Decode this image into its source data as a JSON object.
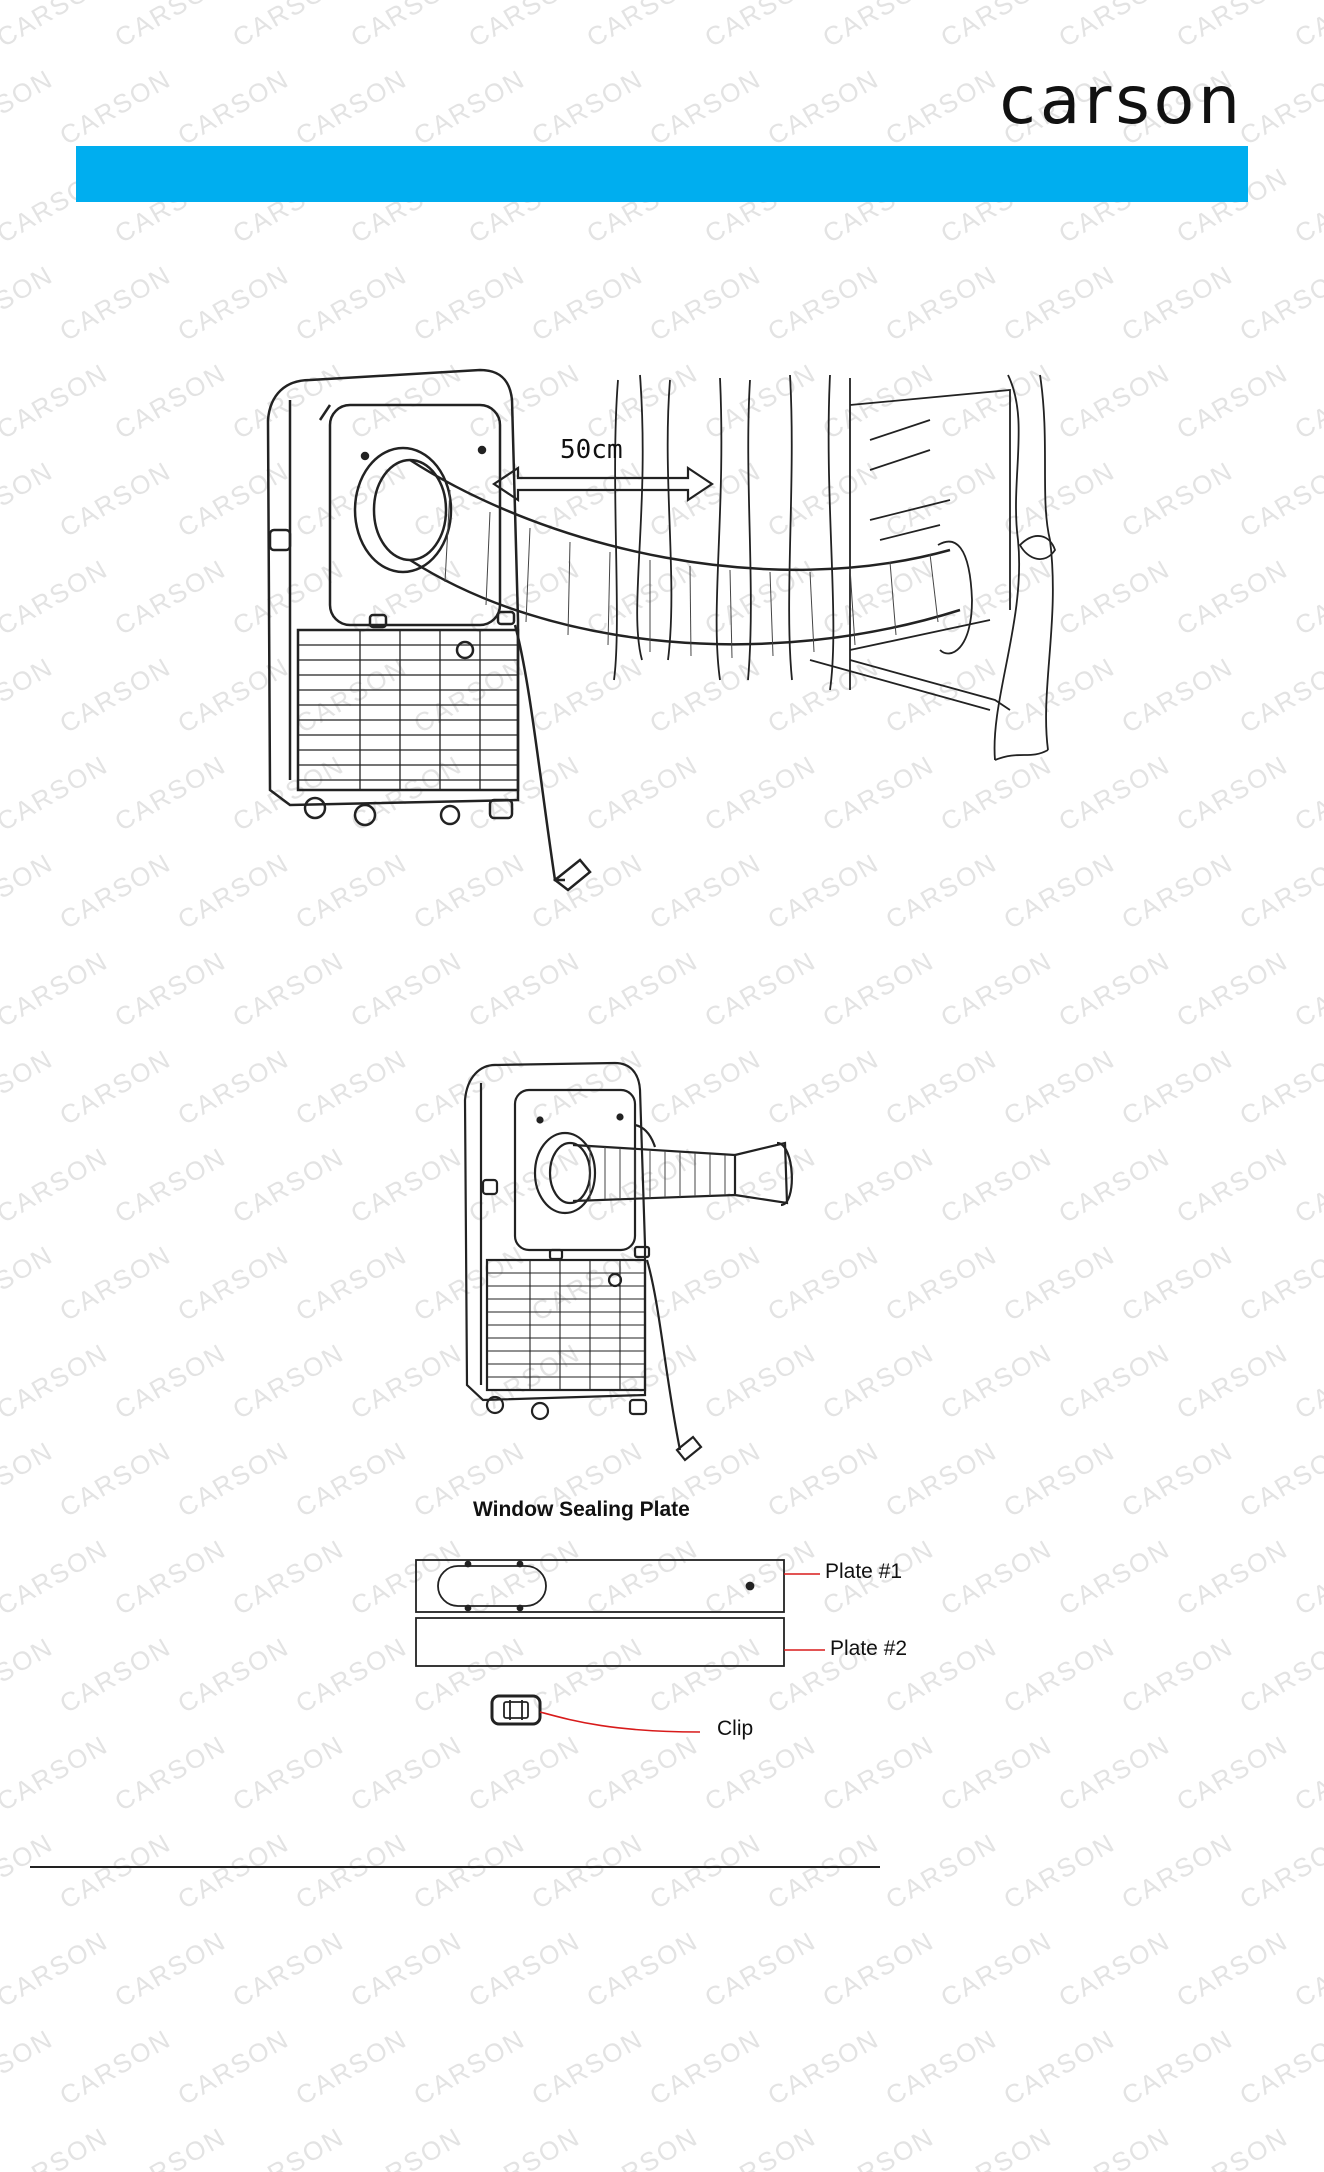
{
  "brand": {
    "name": "carson"
  },
  "watermark": {
    "text": "CARSON"
  },
  "colors": {
    "header_bar": "#00aeef",
    "line": "#222222",
    "leader_line": "#d81b1b"
  },
  "figure1": {
    "distance_label": "50cm"
  },
  "figure2": {},
  "sealing_plate": {
    "title": "Window Sealing Plate",
    "plate1_label": "Plate #1",
    "plate2_label": "Plate #2",
    "clip_label": "Clip"
  }
}
